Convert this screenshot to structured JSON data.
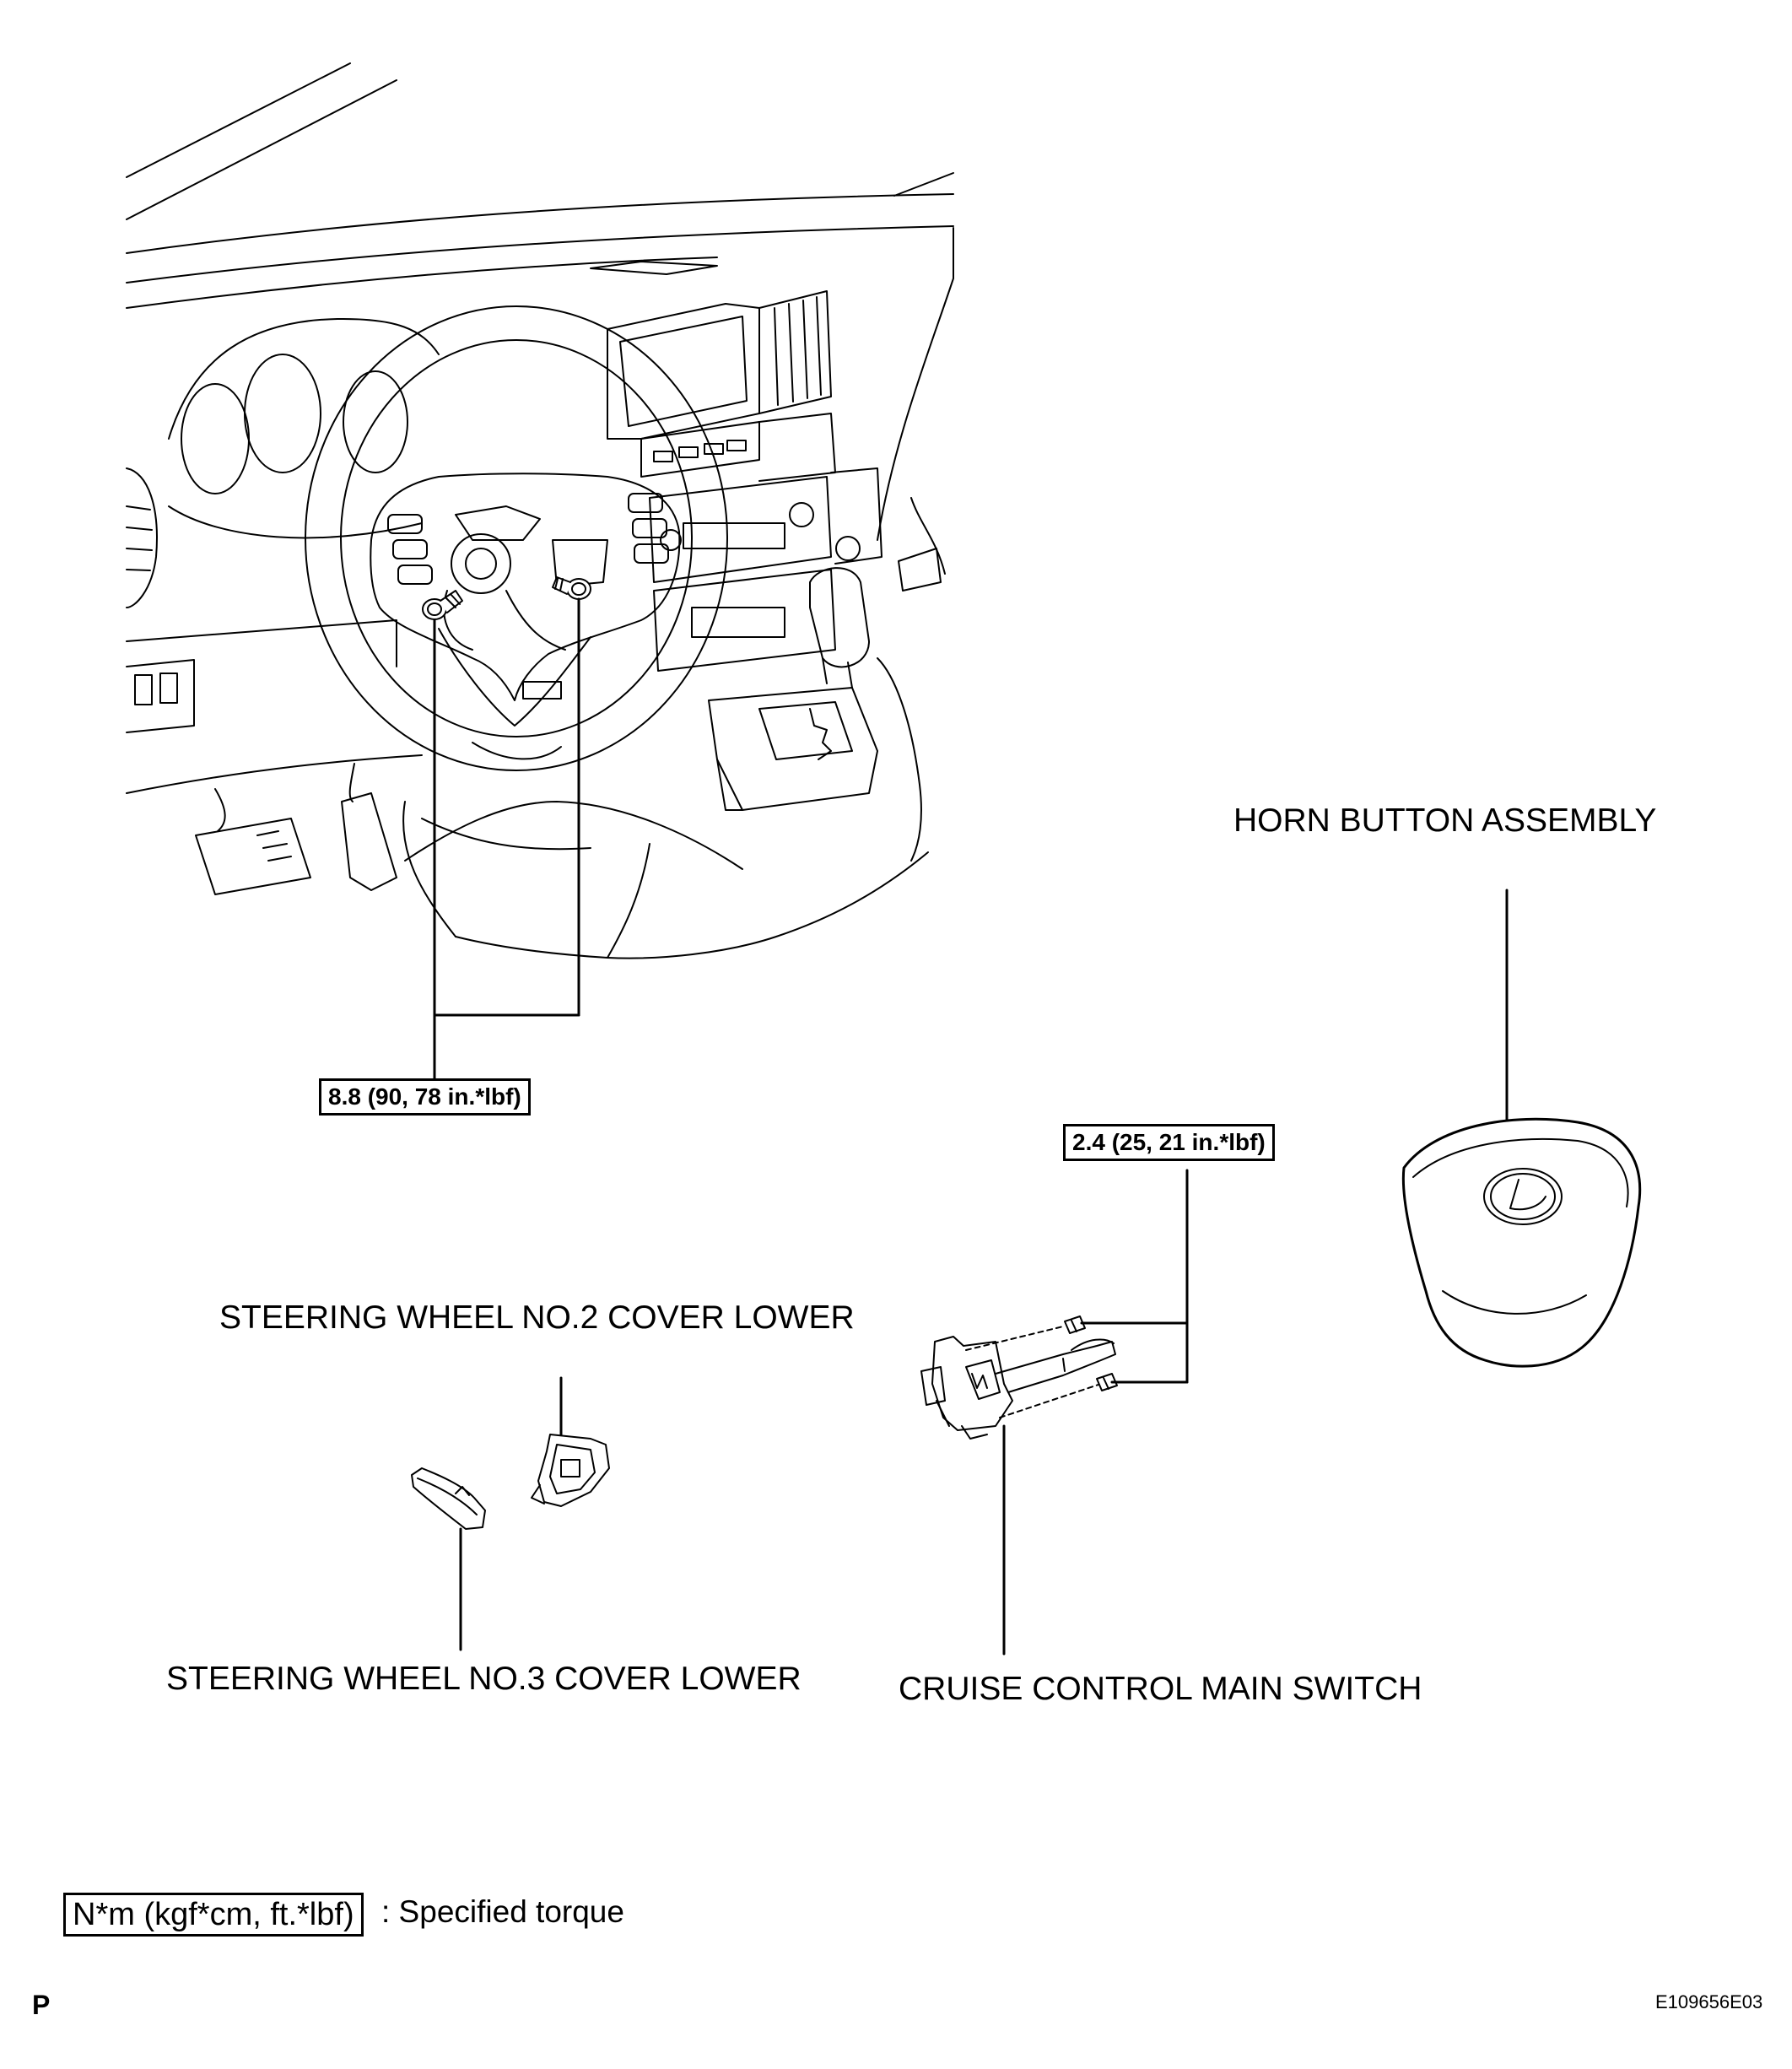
{
  "labels": {
    "horn_button": "HORN BUTTON ASSEMBLY",
    "cover_no2": "STEERING WHEEL NO.2 COVER LOWER",
    "cover_no3": "STEERING WHEEL NO.3 COVER LOWER",
    "cruise_switch": "CRUISE CONTROL MAIN SWITCH"
  },
  "torques": {
    "horn_bolts": "8.8 (90, 78 in.*lbf)",
    "switch_screws": "2.4 (25, 21 in.*lbf)"
  },
  "legend": {
    "unit": "N*m (kgf*cm, ft.*lbf)",
    "description": ": Specified torque"
  },
  "footer": {
    "left_mark": "P",
    "figure_id": "E109656E03"
  }
}
